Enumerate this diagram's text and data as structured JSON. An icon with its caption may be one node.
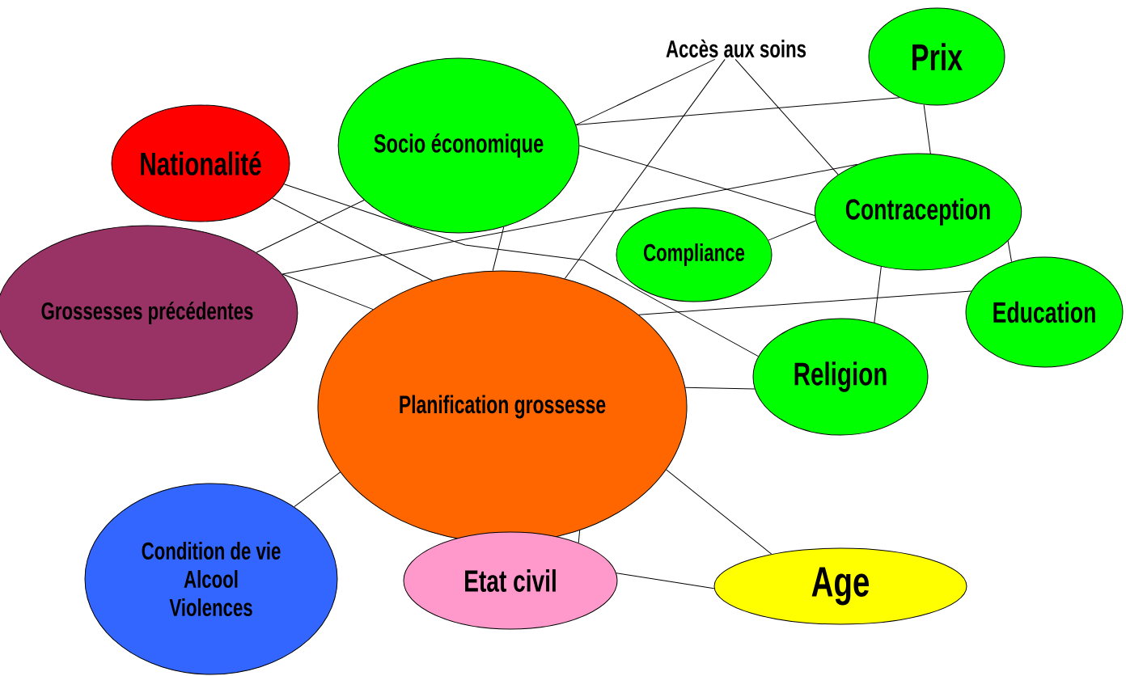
{
  "diagram": {
    "nodes": [
      {
        "text": [
          "Accès aux soins"
        ]
      },
      {
        "text": [
          "Prix"
        ]
      },
      {
        "text": [
          "Socio économique"
        ]
      },
      {
        "text": [
          "Nationalité"
        ]
      },
      {
        "text": [
          "Contraception"
        ]
      },
      {
        "text": [
          "Compliance"
        ]
      },
      {
        "text": [
          "Grossesses précédentes"
        ]
      },
      {
        "text": [
          "Education"
        ]
      },
      {
        "text": [
          "Planification grossesse"
        ]
      },
      {
        "text": [
          "Religion"
        ]
      },
      {
        "text": [
          "Condition de vie",
          "Alcool",
          "Violences"
        ]
      },
      {
        "text": [
          "Etat civil"
        ]
      },
      {
        "text": [
          "Age"
        ]
      }
    ],
    "edges": [
      {
        "from": 0,
        "to": 2,
        "arrow": "none"
      },
      {
        "from": 0,
        "to": 8,
        "arrow": "none"
      },
      {
        "from": 0,
        "to": 4,
        "arrow": "none"
      },
      {
        "from": 1,
        "to": 2,
        "arrow": "none"
      },
      {
        "from": 1,
        "to": 4,
        "arrow": "none"
      },
      {
        "from": 2,
        "to": 4,
        "arrow": "none"
      },
      {
        "from": 2,
        "to": 6,
        "arrow": "none"
      },
      {
        "from": 2,
        "to": 8,
        "arrow": "none"
      },
      {
        "from": 3,
        "to": 8,
        "arrow": "none"
      },
      {
        "from": 3,
        "to": 9,
        "arrow": "none"
      },
      {
        "from": 6,
        "to": 4,
        "arrow": "none"
      },
      {
        "from": 6,
        "to": 8,
        "arrow": "none"
      },
      {
        "from": 5,
        "to": 4,
        "arrow": "none"
      },
      {
        "from": 4,
        "to": 7,
        "arrow": "none"
      },
      {
        "from": 4,
        "to": 9,
        "arrow": "none"
      },
      {
        "from": 7,
        "to": 8,
        "arrow": "none"
      },
      {
        "from": 9,
        "to": 8,
        "arrow": "none"
      },
      {
        "from": 10,
        "to": 8,
        "arrow": "none"
      },
      {
        "from": 11,
        "to": 8,
        "arrow": "none"
      },
      {
        "from": 11,
        "to": 12,
        "arrow": "none"
      },
      {
        "from": 12,
        "to": 8,
        "arrow": "none"
      }
    ]
  }
}
